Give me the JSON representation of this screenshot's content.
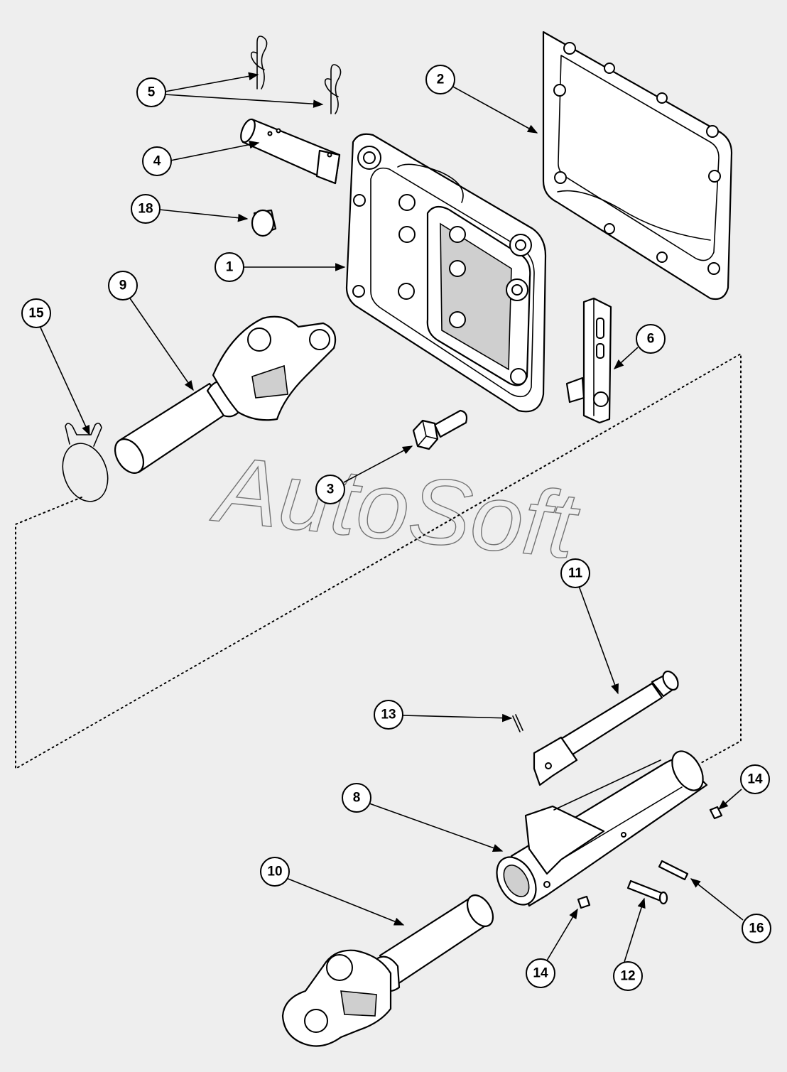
{
  "watermark": "AutoSoft",
  "callouts": {
    "c1": "1",
    "c2": "2",
    "c3": "3",
    "c4": "4",
    "c5": "5",
    "c6": "6",
    "c8": "8",
    "c9": "9",
    "c10": "10",
    "c11": "11",
    "c12": "12",
    "c13": "13",
    "c14a": "14",
    "c14b": "14",
    "c15": "15",
    "c16": "16",
    "c18": "18"
  }
}
